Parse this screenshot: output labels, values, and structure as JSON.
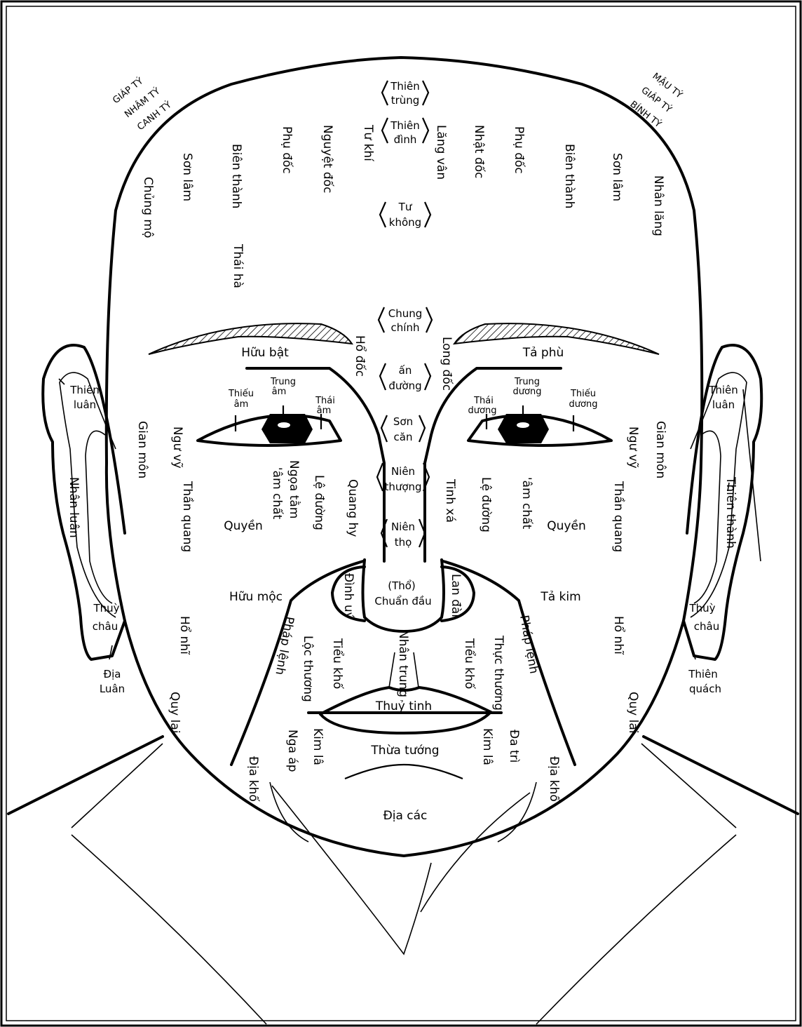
{
  "labels": {
    "giap_ty_left": "GIÁP TÝ",
    "nham_ty": "NHÂM TÝ",
    "canh_ty": "CANH TÝ",
    "mau_ty": "MẬU TÝ",
    "giap_ty_right": "GIÁP TÝ",
    "binh_ty": "BÍNH TÝ",
    "thien_trung": [
      "Thiên",
      "trùng"
    ],
    "thien_dinh": [
      "Thiên",
      "đình"
    ],
    "tu_khong": [
      "Tư",
      "không"
    ],
    "chung_chinh": [
      "Chung",
      "chính"
    ],
    "an_duong": [
      "ấn",
      "đường"
    ],
    "son_can": [
      "Sơn",
      "căn"
    ],
    "nien_thuong": [
      "Niên",
      "thượng"
    ],
    "nien_tho": [
      "Niên",
      "thọ"
    ],
    "chuan_dau": [
      "(Thổ)",
      "Chuẩn đầu"
    ],
    "tu_khi": "Tư khí",
    "lang_van": "Lăng vân",
    "nguyet_doc": "Nguyệt đốc",
    "nhat_doc": "Nhật đốc",
    "phu_doc_l": "Phụ đốc",
    "phu_doc_r": "Phụ đốc",
    "bien_thanh_l": "Biên thành",
    "bien_thanh_r": "Biên thành",
    "son_lam_l": "Sơn lâm",
    "son_lam_r": "Sơn lâm",
    "chung_mo": "Chủng mộ",
    "nhan_lang": "Nhân lăng",
    "thai_ha": "Thái hà",
    "huu_bat": "Hữu bật",
    "ta_phu": "Tả phù",
    "ho_doc": "Hổ đốc",
    "long_doc": "Long đốc",
    "thieu_am": [
      "Thiếu",
      "âm"
    ],
    "trung_am": [
      "Trung",
      "âm"
    ],
    "thai_am": [
      "Thái",
      "âm"
    ],
    "thai_duong": [
      "Thái",
      "dương"
    ],
    "trung_duong": [
      "Trung",
      "dương"
    ],
    "thieu_duong": [
      "Thiếu",
      "dương"
    ],
    "thien_luan": [
      "Thiên",
      "luân"
    ],
    "thien_luan_r": [
      "Thiên",
      "luân"
    ],
    "gian_mon_l": "Gian môn",
    "gian_mon_r": "Gian môn",
    "ngu_vy_l": "Ngư vỹ",
    "ngu_vy_r": "Ngư vỹ",
    "nhan_luan": "Nhân luân",
    "thien_thanh": "Thiên thành",
    "than_quang_l": "Thần quang",
    "than_quang_r": "Thần quang",
    "quyen_l": "Quyền",
    "quyen_r": "Quyền",
    "ngoa_tam": "Ngọa tằm",
    "am_chat_l": "'âm chất",
    "am_chat_r": "'âm chất",
    "le_duong_l": "Lệ đường",
    "le_duong_r": "Lệ đường",
    "quang_hy": "Quang hy",
    "tinh_xa": "Tinh xá",
    "huu_moc": "Hữu mộc",
    "ta_kim": "Tả kim",
    "dinh_uy": "Đình uý",
    "lan_dai": "Lan đài",
    "thuy_chau_l": [
      "Thuỳ",
      "châu"
    ],
    "thuy_chau_r": [
      "Thuỳ",
      "châu"
    ],
    "dia_luan": [
      "Địa",
      "Luân"
    ],
    "thien_quach": [
      "Thiên",
      "quách"
    ],
    "ho_nhi_l": "Hổ nhĩ",
    "ho_nhi_r": "Hổ nhĩ",
    "phap_lenh_l": "Pháp lệnh",
    "phap_lenh_r": "Pháp lệnh",
    "loc_thuong": "Lộc thương",
    "tieu_kho_l": "Tiểu khố",
    "tieu_kho_r": "Tiểu khố",
    "nhan_trung": "Nhân trung",
    "thuc_thuong": "Thực thương",
    "thuy_tinh": "Thuỷ tinh",
    "quy_lai_l": "Quy lai",
    "quy_lai_r": "Quy lai",
    "kim_la_l": "Kim lâ",
    "kim_la_r": "Kim lâ",
    "nga_ap": "Nga áp",
    "da_tri": "Đa trì",
    "thua_tuong": "Thừa tướng",
    "dia_kho_l": "Địa khố",
    "dia_kho_r": "Địa khố",
    "dia_cac": "Địa các"
  }
}
